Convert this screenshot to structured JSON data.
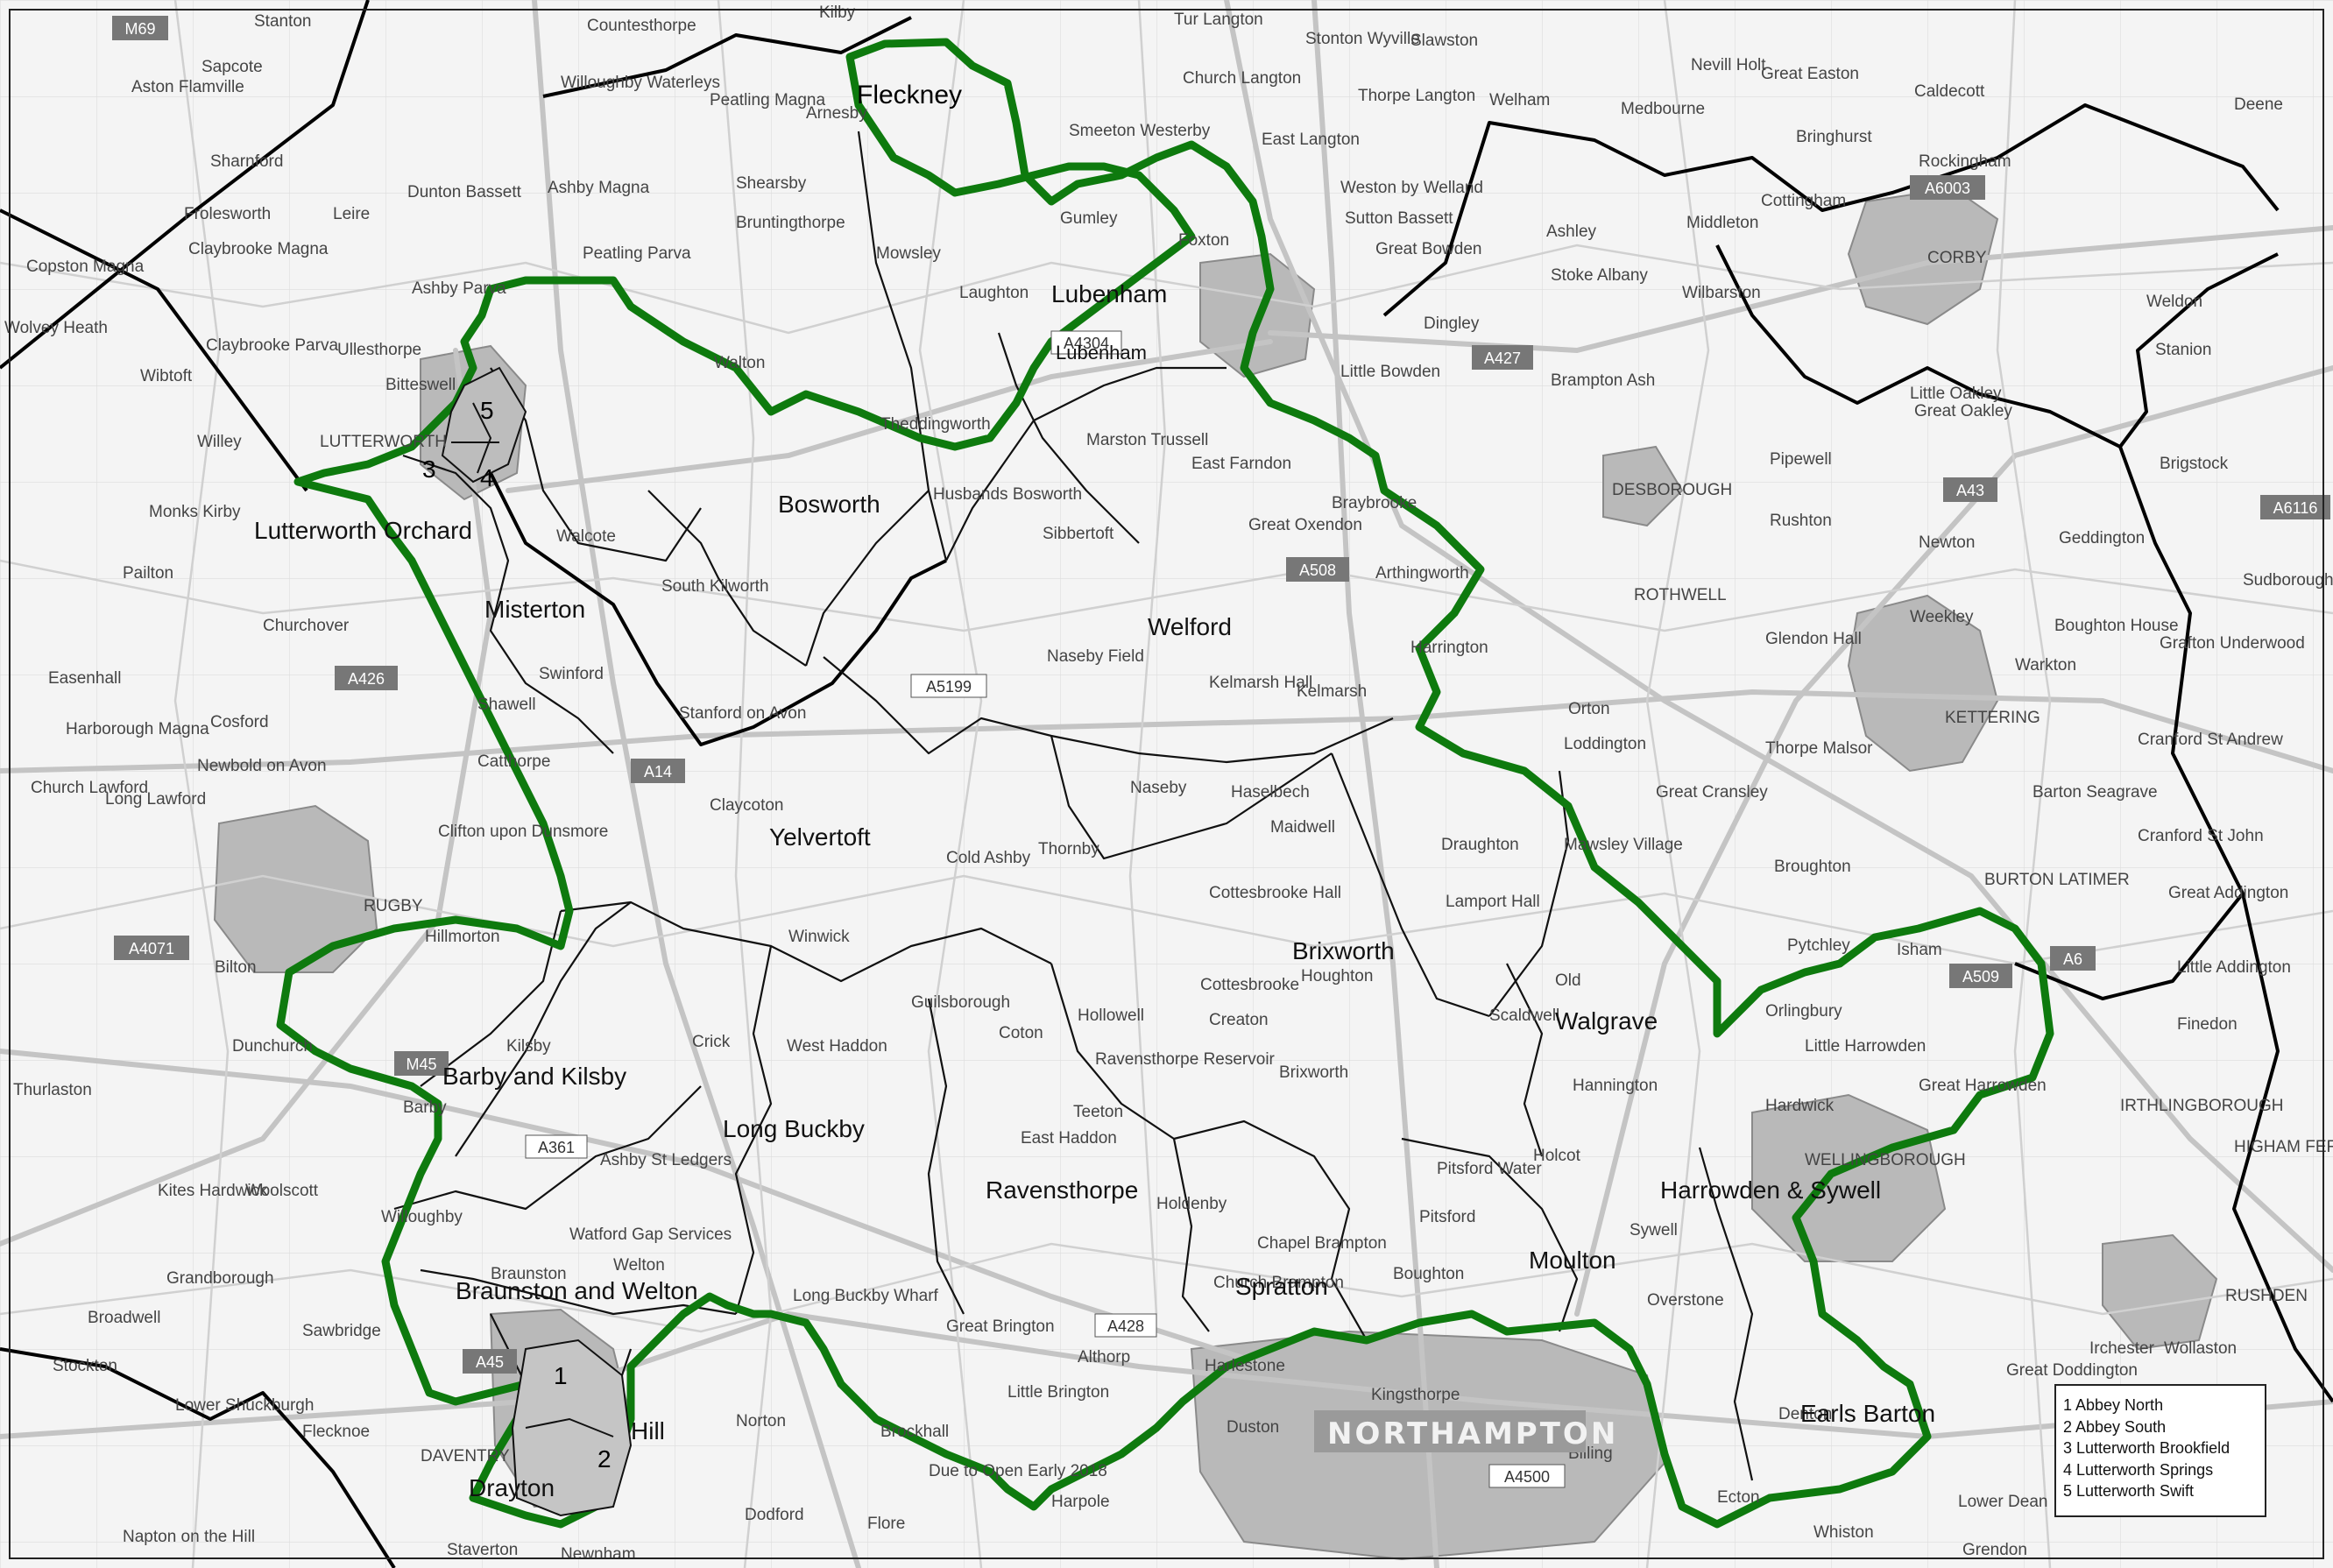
{
  "map": {
    "background_color": "#f4f4f4",
    "district_boundary_color": "#1f8a1f",
    "ward_boundary_color": "#111111",
    "county_boundary_color": "#000000",
    "urban_fill_color": "#b8b8b8"
  },
  "ward_labels": [
    {
      "id": "fleckney",
      "text": "Fleckney"
    },
    {
      "id": "lubenham1",
      "text": "Lubenham"
    },
    {
      "id": "lubenham2",
      "text": "Lubenham"
    },
    {
      "id": "bosworth",
      "text": "Bosworth"
    },
    {
      "id": "lutterworth-orchard",
      "text": "Lutterworth Orchard"
    },
    {
      "id": "misterton",
      "text": "Misterton"
    },
    {
      "id": "welford",
      "text": "Welford"
    },
    {
      "id": "yelvertoft",
      "text": "Yelvertoft"
    },
    {
      "id": "brixworth",
      "text": "Brixworth"
    },
    {
      "id": "walgrave",
      "text": "Walgrave"
    },
    {
      "id": "barby-kilsby",
      "text": "Barby and Kilsby"
    },
    {
      "id": "long-buckby",
      "text": "Long Buckby"
    },
    {
      "id": "ravensthorpe",
      "text": "Ravensthorpe"
    },
    {
      "id": "harrowden-sywell",
      "text": "Harrowden & Sywell"
    },
    {
      "id": "braunston-welton",
      "text": "Braunston and Welton"
    },
    {
      "id": "spratton",
      "text": "Spratton"
    },
    {
      "id": "moulton",
      "text": "Moulton"
    },
    {
      "id": "earls-barton",
      "text": "Earls Barton"
    },
    {
      "id": "hill",
      "text": "Hill"
    },
    {
      "id": "drayton",
      "text": "Drayton"
    }
  ],
  "ward_numbers": [
    {
      "id": "n5",
      "text": "5"
    },
    {
      "id": "n3",
      "text": "3"
    },
    {
      "id": "n4",
      "text": "4"
    },
    {
      "id": "n1",
      "text": "1"
    },
    {
      "id": "n2",
      "text": "2"
    }
  ],
  "towns": [
    {
      "id": "t1",
      "text": "Stanton"
    },
    {
      "id": "t2",
      "text": "Countesthorpe"
    },
    {
      "id": "t3",
      "text": "Kilby"
    },
    {
      "id": "t4",
      "text": "Tur Langton"
    },
    {
      "id": "t5",
      "text": "Stonton Wyville"
    },
    {
      "id": "t6",
      "text": "Slawston"
    },
    {
      "id": "t7",
      "text": "Nevill Holt"
    },
    {
      "id": "t8",
      "text": "Great Easton"
    },
    {
      "id": "t9",
      "text": "Sapcote"
    },
    {
      "id": "t10",
      "text": "Aston Flamville"
    },
    {
      "id": "t11",
      "text": "Willoughby Waterleys"
    },
    {
      "id": "t12",
      "text": "Peatling Magna"
    },
    {
      "id": "t13",
      "text": "Arnesby"
    },
    {
      "id": "t14",
      "text": "Smeeton Westerby"
    },
    {
      "id": "t15",
      "text": "Church Langton"
    },
    {
      "id": "t16",
      "text": "Thorpe Langton"
    },
    {
      "id": "t17",
      "text": "Welham"
    },
    {
      "id": "t18",
      "text": "Medbourne"
    },
    {
      "id": "t19",
      "text": "Bringhurst"
    },
    {
      "id": "t20",
      "text": "Caldecott"
    },
    {
      "id": "t21",
      "text": "Deene"
    },
    {
      "id": "t22",
      "text": "Sharnford"
    },
    {
      "id": "t23",
      "text": "Ashby Magna"
    },
    {
      "id": "t24",
      "text": "Shearsby"
    },
    {
      "id": "t25",
      "text": "East Langton"
    },
    {
      "id": "t26",
      "text": "Weston by Welland"
    },
    {
      "id": "t27",
      "text": "Rockingham"
    },
    {
      "id": "t28",
      "text": "Frolesworth"
    },
    {
      "id": "t29",
      "text": "Leire"
    },
    {
      "id": "t30",
      "text": "Dunton Bassett"
    },
    {
      "id": "t31",
      "text": "Bruntingthorpe"
    },
    {
      "id": "t32",
      "text": "Gumley"
    },
    {
      "id": "t33",
      "text": "Foxton"
    },
    {
      "id": "t34",
      "text": "Sutton Bassett"
    },
    {
      "id": "t35",
      "text": "Ashley"
    },
    {
      "id": "t36",
      "text": "Middleton"
    },
    {
      "id": "t37",
      "text": "Cottingham"
    },
    {
      "id": "t38",
      "text": "Claybrooke Magna"
    },
    {
      "id": "t39",
      "text": "Copston Magna"
    },
    {
      "id": "t40",
      "text": "Peatling Parva"
    },
    {
      "id": "t41",
      "text": "Mowsley"
    },
    {
      "id": "t42",
      "text": "Great Bowden"
    },
    {
      "id": "t43",
      "text": "Stoke Albany"
    },
    {
      "id": "t44",
      "text": "Wilbarston"
    },
    {
      "id": "t45",
      "text": "CORBY"
    },
    {
      "id": "t46",
      "text": "Weldon"
    },
    {
      "id": "t47",
      "text": "Wolvey Heath"
    },
    {
      "id": "t48",
      "text": "Ashby Parva"
    },
    {
      "id": "t49",
      "text": "Laughton"
    },
    {
      "id": "t50",
      "text": "Dingley"
    },
    {
      "id": "t51",
      "text": "Stanion"
    },
    {
      "id": "t52",
      "text": "Claybrooke Parva"
    },
    {
      "id": "t53",
      "text": "Ullesthorpe"
    },
    {
      "id": "t54",
      "text": "Walton"
    },
    {
      "id": "t55",
      "text": "Little Bowden"
    },
    {
      "id": "t56",
      "text": "Brampton Ash"
    },
    {
      "id": "t57",
      "text": "Little Oakley"
    },
    {
      "id": "t58",
      "text": "Wibtoft"
    },
    {
      "id": "t59",
      "text": "Bitteswell"
    },
    {
      "id": "t60",
      "text": "Theddingworth"
    },
    {
      "id": "t61",
      "text": "Great Oakley"
    },
    {
      "id": "t62",
      "text": "Willey"
    },
    {
      "id": "t63",
      "text": "LUTTERWORTH"
    },
    {
      "id": "t64",
      "text": "Marston Trussell"
    },
    {
      "id": "t65",
      "text": "Pipewell"
    },
    {
      "id": "t66",
      "text": "Brigstock"
    },
    {
      "id": "t67",
      "text": "Husbands Bosworth"
    },
    {
      "id": "t68",
      "text": "East Farndon"
    },
    {
      "id": "t69",
      "text": "Braybrooke"
    },
    {
      "id": "t70",
      "text": "DESBOROUGH"
    },
    {
      "id": "t71",
      "text": "Rushton"
    },
    {
      "id": "t72",
      "text": "Monks Kirby"
    },
    {
      "id": "t73",
      "text": "Walcote"
    },
    {
      "id": "t74",
      "text": "Sibbertoft"
    },
    {
      "id": "t75",
      "text": "Great Oxendon"
    },
    {
      "id": "t76",
      "text": "Geddington"
    },
    {
      "id": "t77",
      "text": "Pailton"
    },
    {
      "id": "t78",
      "text": "Newton"
    },
    {
      "id": "t79",
      "text": "South Kilworth"
    },
    {
      "id": "t80",
      "text": "Arthingworth"
    },
    {
      "id": "t81",
      "text": "ROTHWELL"
    },
    {
      "id": "t82",
      "text": "Sudborough"
    },
    {
      "id": "t83",
      "text": "Churchover"
    },
    {
      "id": "t84",
      "text": "Weekley"
    },
    {
      "id": "t85",
      "text": "Glendon Hall"
    },
    {
      "id": "t86",
      "text": "Boughton House"
    },
    {
      "id": "t87",
      "text": "Grafton Underwood"
    },
    {
      "id": "t88",
      "text": "Easenhall"
    },
    {
      "id": "t89",
      "text": "Swinford"
    },
    {
      "id": "t90",
      "text": "Kelmarsh"
    },
    {
      "id": "t91",
      "text": "Harrington"
    },
    {
      "id": "t92",
      "text": "Warkton"
    },
    {
      "id": "t93",
      "text": "Harborough Magna"
    },
    {
      "id": "t94",
      "text": "Cosford"
    },
    {
      "id": "t95",
      "text": "Shawell"
    },
    {
      "id": "t96",
      "text": "Stanford on Avon"
    },
    {
      "id": "t97",
      "text": "Naseby Field"
    },
    {
      "id": "t98",
      "text": "Kelmarsh Hall"
    },
    {
      "id": "t99",
      "text": "Orton"
    },
    {
      "id": "t100",
      "text": "KETTERING"
    },
    {
      "id": "t101",
      "text": "Newbold on Avon"
    },
    {
      "id": "t102",
      "text": "Catthorpe"
    },
    {
      "id": "t103",
      "text": "Loddington"
    },
    {
      "id": "t104",
      "text": "Thorpe Malsor"
    },
    {
      "id": "t105",
      "text": "Cranford St Andrew"
    },
    {
      "id": "t106",
      "text": "Church Lawford"
    },
    {
      "id": "t107",
      "text": "Long Lawford"
    },
    {
      "id": "t108",
      "text": "Clifton upon Dunsmore"
    },
    {
      "id": "t109",
      "text": "Claycoton"
    },
    {
      "id": "t110",
      "text": "Naseby"
    },
    {
      "id": "t111",
      "text": "Haselbech"
    },
    {
      "id": "t112",
      "text": "Maidwell"
    },
    {
      "id": "t113",
      "text": "Great Cransley"
    },
    {
      "id": "t114",
      "text": "Barton Seagrave"
    },
    {
      "id": "t115",
      "text": "Draughton"
    },
    {
      "id": "t116",
      "text": "Mawsley Village"
    },
    {
      "id": "t117",
      "text": "Broughton"
    },
    {
      "id": "t118",
      "text": "Cranford St John"
    },
    {
      "id": "t119",
      "text": "RUGBY"
    },
    {
      "id": "t120",
      "text": "Cold Ashby"
    },
    {
      "id": "t121",
      "text": "Thornby"
    },
    {
      "id": "t122",
      "text": "Lamport Hall"
    },
    {
      "id": "t123",
      "text": "BURTON LATIMER"
    },
    {
      "id": "t124",
      "text": "Great Addington"
    },
    {
      "id": "t125",
      "text": "Hillmorton"
    },
    {
      "id": "t126",
      "text": "Winwick"
    },
    {
      "id": "t127",
      "text": "Cottesbrooke Hall"
    },
    {
      "id": "t128",
      "text": "Pytchley"
    },
    {
      "id": "t129",
      "text": "Isham"
    },
    {
      "id": "t130",
      "text": "Little Addington"
    },
    {
      "id": "t131",
      "text": "Bilton"
    },
    {
      "id": "t132",
      "text": "Guilsborough"
    },
    {
      "id": "t133",
      "text": "Hollowell"
    },
    {
      "id": "t134",
      "text": "Cottesbrooke"
    },
    {
      "id": "t135",
      "text": "Houghton"
    },
    {
      "id": "t136",
      "text": "Old"
    },
    {
      "id": "t137",
      "text": "Orlingbury"
    },
    {
      "id": "t138",
      "text": "Finedon"
    },
    {
      "id": "t139",
      "text": "Dunchurch"
    },
    {
      "id": "t140",
      "text": "Kilsby"
    },
    {
      "id": "t141",
      "text": "Crick"
    },
    {
      "id": "t142",
      "text": "West Haddon"
    },
    {
      "id": "t143",
      "text": "Coton"
    },
    {
      "id": "t144",
      "text": "Creaton"
    },
    {
      "id": "t145",
      "text": "Scaldwell"
    },
    {
      "id": "t146",
      "text": "Little Harrowden"
    },
    {
      "id": "t147",
      "text": "Thurlaston"
    },
    {
      "id": "t148",
      "text": "Barby"
    },
    {
      "id": "t149",
      "text": "Ravensthorpe Reservoir"
    },
    {
      "id": "t150",
      "text": "Brixworth"
    },
    {
      "id": "t151",
      "text": "Hannington"
    },
    {
      "id": "t152",
      "text": "Great Harrowden"
    },
    {
      "id": "t153",
      "text": "Hardwick"
    },
    {
      "id": "t154",
      "text": "IRTHLINGBOROUGH"
    },
    {
      "id": "t155",
      "text": "Teeton"
    },
    {
      "id": "t156",
      "text": "WELLINGBOROUGH"
    },
    {
      "id": "t157",
      "text": "HIGHAM FERRERS"
    },
    {
      "id": "t158",
      "text": "Ashby St Ledgers"
    },
    {
      "id": "t159",
      "text": "East Haddon"
    },
    {
      "id": "t160",
      "text": "Holcot"
    },
    {
      "id": "t161",
      "text": "Woolscott"
    },
    {
      "id": "t162",
      "text": "Kites Hardwick"
    },
    {
      "id": "t163",
      "text": "Holdenby"
    },
    {
      "id": "t164",
      "text": "Pitsford Water"
    },
    {
      "id": "t165",
      "text": "Watford Gap Services"
    },
    {
      "id": "t166",
      "text": "Sywell"
    },
    {
      "id": "t167",
      "text": "Chapel Brampton"
    },
    {
      "id": "t168",
      "text": "Pitsford"
    },
    {
      "id": "t169",
      "text": "Willoughby"
    },
    {
      "id": "t170",
      "text": "Welton"
    },
    {
      "id": "t171",
      "text": "Church Brampton"
    },
    {
      "id": "t172",
      "text": "Boughton"
    },
    {
      "id": "t173",
      "text": "Grandborough"
    },
    {
      "id": "t174",
      "text": "Braunston"
    },
    {
      "id": "t175",
      "text": "Overstone"
    },
    {
      "id": "t176",
      "text": "Irchester"
    },
    {
      "id": "t177",
      "text": "RUSHDEN"
    },
    {
      "id": "t178",
      "text": "Broadwell"
    },
    {
      "id": "t179",
      "text": "Sawbridge"
    },
    {
      "id": "t180",
      "text": "Great Brington"
    },
    {
      "id": "t181",
      "text": "Althorp"
    },
    {
      "id": "t182",
      "text": "Harlestone"
    },
    {
      "id": "t183",
      "text": "Kingsthorpe"
    },
    {
      "id": "t184",
      "text": "Great Doddington"
    },
    {
      "id": "t185",
      "text": "Stockton"
    },
    {
      "id": "t186",
      "text": "Little Brington"
    },
    {
      "id": "t187",
      "text": "NORTHAMPTON"
    },
    {
      "id": "t188",
      "text": "Billing"
    },
    {
      "id": "t189",
      "text": "Lower Shuckburgh"
    },
    {
      "id": "t190",
      "text": "Flecknoe"
    },
    {
      "id": "t191",
      "text": "DAVENTRY"
    },
    {
      "id": "t192",
      "text": "Norton"
    },
    {
      "id": "t193",
      "text": "Brockhall"
    },
    {
      "id": "t194",
      "text": "Duston"
    },
    {
      "id": "t195",
      "text": "Due to Open Early 2018"
    },
    {
      "id": "t196",
      "text": "Dodford"
    },
    {
      "id": "t197",
      "text": "Flore"
    },
    {
      "id": "t198",
      "text": "Whiston"
    },
    {
      "id": "t199",
      "text": "Grendon"
    },
    {
      "id": "t200",
      "text": "Napton on the Hill"
    },
    {
      "id": "t201",
      "text": "Staverton"
    },
    {
      "id": "t202",
      "text": "Newnham"
    },
    {
      "id": "t203",
      "text": "Harpole"
    },
    {
      "id": "t204",
      "text": "Long Buckby Wharf"
    },
    {
      "id": "t205",
      "text": "Denton"
    },
    {
      "id": "t206",
      "text": "Ecton"
    },
    {
      "id": "t207",
      "text": "Lower Dean"
    },
    {
      "id": "t208",
      "text": "Wollaston"
    }
  ],
  "roads": [
    {
      "id": "r1",
      "text": "M69"
    },
    {
      "id": "r2",
      "text": "A427"
    },
    {
      "id": "r3",
      "text": "A4304"
    },
    {
      "id": "r4",
      "text": "A508"
    },
    {
      "id": "r5",
      "text": "A426"
    },
    {
      "id": "r6",
      "text": "A14"
    },
    {
      "id": "r7",
      "text": "A5199"
    },
    {
      "id": "r8",
      "text": "A43"
    },
    {
      "id": "r9",
      "text": "A6116"
    },
    {
      "id": "r10",
      "text": "A428"
    },
    {
      "id": "r11",
      "text": "M45"
    },
    {
      "id": "r12",
      "text": "A361"
    },
    {
      "id": "r13",
      "text": "A45"
    },
    {
      "id": "r14",
      "text": "A4500"
    },
    {
      "id": "r15",
      "text": "A509"
    },
    {
      "id": "r16",
      "text": "A4071"
    },
    {
      "id": "r17",
      "text": "A6003"
    },
    {
      "id": "r18",
      "text": "A6"
    }
  ],
  "legend": {
    "items": [
      "1 Abbey North",
      "2 Abbey South",
      "3 Lutterworth Brookfield",
      "4 Lutterworth Springs",
      "5 Lutterworth Swift"
    ]
  }
}
